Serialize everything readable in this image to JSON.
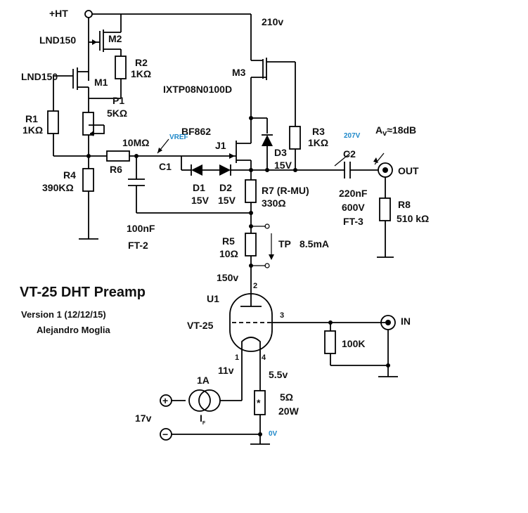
{
  "labels": {
    "hv_rail": "+HT",
    "v_210": "210v",
    "m2": "M2",
    "m2_part": "LND150",
    "r2": "R2",
    "r2_val": "1KΩ",
    "m1": "M1",
    "m1_part": "LND150",
    "m3": "M3",
    "m3_part": "IXTP08N0100D",
    "p1": "P1",
    "p1_val": "5KΩ",
    "r1": "R1",
    "r1_val": "1KΩ",
    "j1_part": "BF862",
    "j1": "J1",
    "vref": "VREF",
    "r6_val": "10MΩ",
    "r6": "R6",
    "c1": "C1",
    "d3": "D3",
    "d3_val": "15V",
    "r3": "R3",
    "r3_val": "1KΩ",
    "v_207": "207V",
    "c2": "C2",
    "gain": "A",
    "gain_sub": "v",
    "gain_val": "≈18dB",
    "out": "OUT",
    "r4": "R4",
    "r4_val": "390KΩ",
    "d1": "D1",
    "d1_val": "15V",
    "d2": "D2",
    "d2_val": "15V",
    "r7": "R7 (R-MU)",
    "r7_val": "330Ω",
    "c2_val": "220nF",
    "c2_volt": "600V",
    "c2_type": "FT-3",
    "r8": "R8",
    "r8_val": "510 kΩ",
    "c_100n": "100nF",
    "ft2": "FT-2",
    "r5": "R5",
    "r5_val": "10Ω",
    "tp": "TP",
    "tp_current": "8.5mA",
    "v_150": "150v",
    "u1": "U1",
    "u1_part": "VT-25",
    "pin2": "2",
    "pin3": "3",
    "pin1": "1",
    "pin4": "4",
    "in": "IN",
    "r_100k": "100K",
    "v_11": "11v",
    "v_5_5": "5.5v",
    "cs_1a": "1A",
    "if_label": "I",
    "if_sub": "F",
    "r_5": "5Ω",
    "r_5_power": "20W",
    "v_17": "17v",
    "v_0": "0V",
    "plus": "+",
    "minus": "−",
    "star": "*"
  },
  "title": {
    "main": "VT-25 DHT Preamp",
    "version": "Version 1 (12/12/15)",
    "author": "Alejandro Moglia"
  }
}
